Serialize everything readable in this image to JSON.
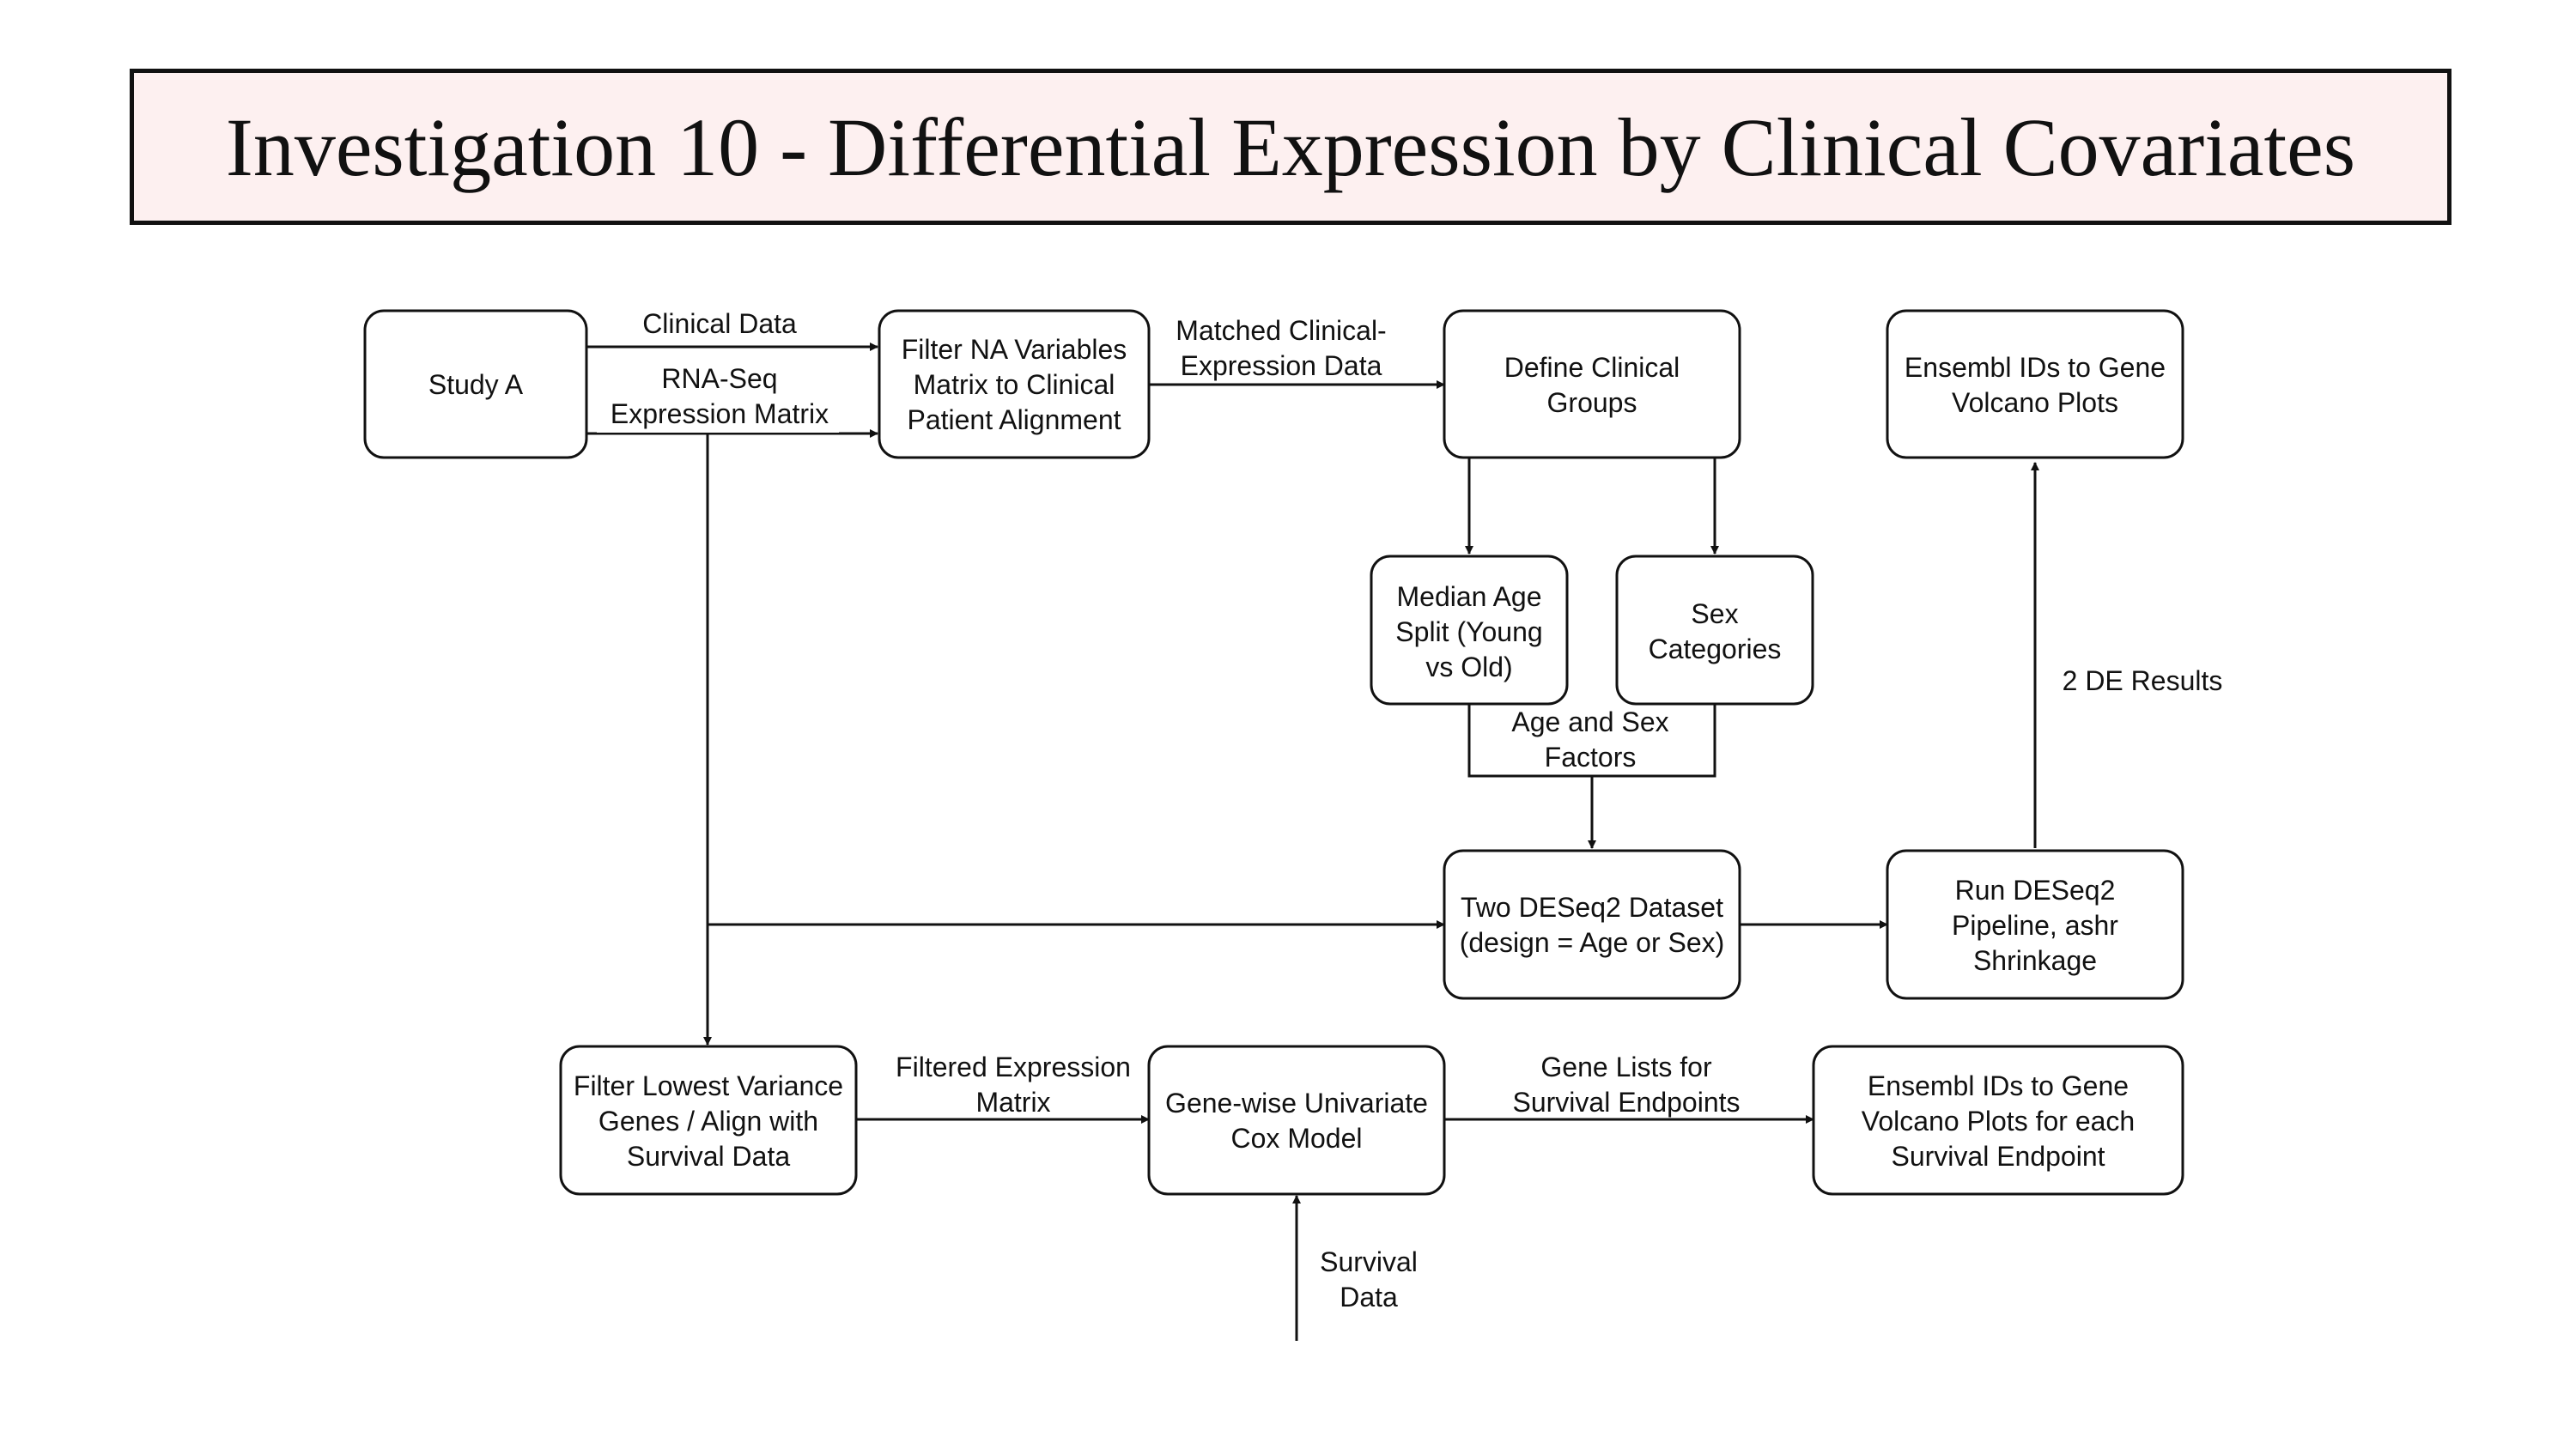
{
  "title": "Investigation 10 - Differential Expression by Clinical Covariates",
  "colors": {
    "title_background": "#fdf0f0",
    "stroke": "#111111"
  },
  "nodes": {
    "study_a": [
      "Study A"
    ],
    "filter_na": [
      "Filter NA Variables",
      "Matrix to Clinical",
      "Patient Alignment"
    ],
    "define_groups": [
      "Define Clinical",
      "Groups"
    ],
    "ensembl_volcano": [
      "Ensembl IDs to Gene",
      "Volcano Plots"
    ],
    "median_age": [
      "Median Age",
      "Split (Young",
      "vs Old)"
    ],
    "sex_categories": [
      "Sex",
      "Categories"
    ],
    "deseq2_dataset": [
      "Two DESeq2 Dataset",
      "(design = Age or Sex)"
    ],
    "run_deseq2": [
      "Run DESeq2",
      "Pipeline, ashr",
      "Shrinkage"
    ],
    "filter_low_variance": [
      "Filter Lowest Variance",
      "Genes / Align with",
      "Survival Data"
    ],
    "cox_model": [
      "Gene-wise Univariate",
      "Cox Model"
    ],
    "ensembl_survival": [
      "Ensembl IDs to Gene",
      "Volcano Plots for each",
      "Survival Endpoint"
    ]
  },
  "edge_labels": {
    "clinical_data": [
      "Clinical Data"
    ],
    "rnaseq_matrix": [
      "RNA-Seq",
      "Expression Matrix"
    ],
    "matched_data": [
      "Matched Clinical-",
      "Expression Data"
    ],
    "age_sex_factors": [
      "Age and Sex",
      "Factors"
    ],
    "de_results": [
      "2 DE Results"
    ],
    "filtered_matrix": [
      "Filtered Expression",
      "Matrix"
    ],
    "gene_lists": [
      "Gene Lists for",
      "Survival Endpoints"
    ],
    "survival_data": [
      "Survival",
      "Data"
    ]
  }
}
